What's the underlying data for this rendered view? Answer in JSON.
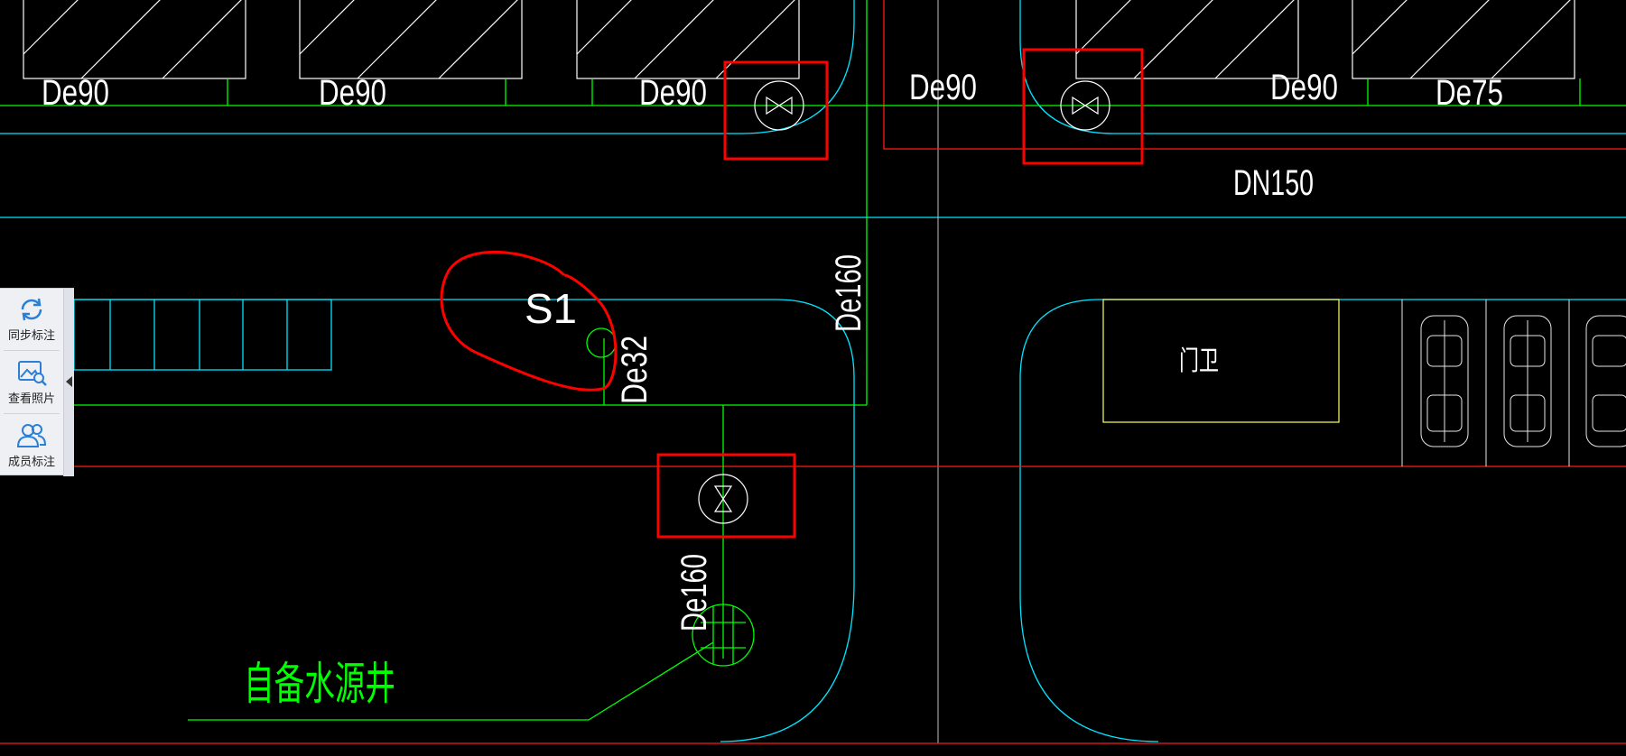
{
  "drawing": {
    "pipe_labels": [
      "De90",
      "De90",
      "De90",
      "De90",
      "De90",
      "De75"
    ],
    "main_pipe_label": "DN150",
    "vertical_pipe_label_1": "De160",
    "vertical_pipe_label_2": "De160",
    "branch_pipe_label": "De32",
    "riser_label": "S1",
    "gatehouse_label": "门卫",
    "well_label": "自备水源井"
  },
  "side_panel": {
    "items": [
      {
        "label": "同步标注",
        "icon": "sync-icon"
      },
      {
        "label": "查看照片",
        "icon": "photo-search-icon"
      },
      {
        "label": "成员标注",
        "icon": "members-icon"
      }
    ],
    "collapse_icon": "caret-left-icon"
  },
  "colors": {
    "background": "#000000",
    "pipe_green": "#00ff00",
    "road_cyan": "#00e5ff",
    "boundary_red": "#ff1a1a",
    "highlight_red": "#ff0000",
    "text_white": "#ffffff",
    "gatehouse_yellow": "#ffff66",
    "panel_accent": "#2b7fd6"
  }
}
